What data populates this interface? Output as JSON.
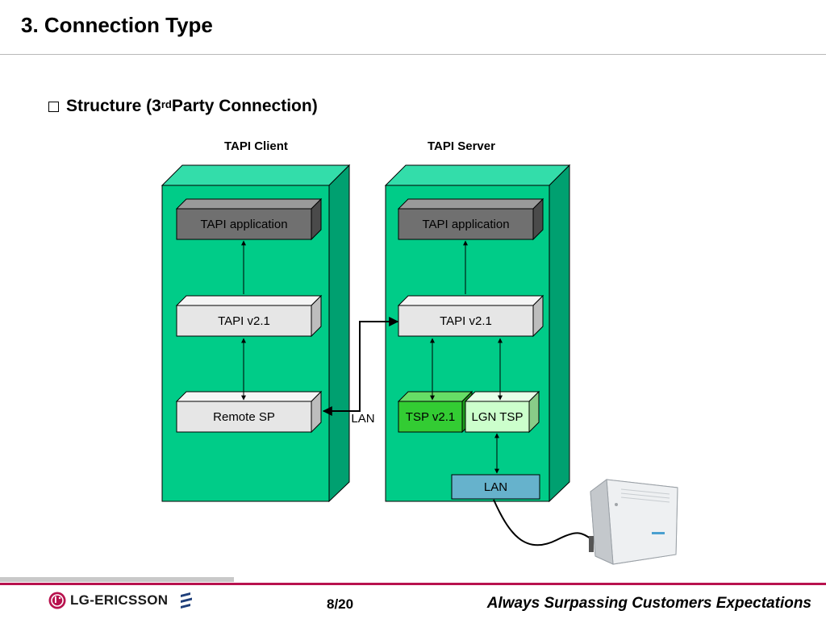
{
  "slide": {
    "title": "3. Connection Type",
    "bullet": {
      "prefix": "Structure (3",
      "superscript": "rd",
      "suffix": " Party Connection)"
    }
  },
  "diagram": {
    "client_label": "TAPI Client",
    "server_label": "TAPI Server",
    "client": {
      "app": "TAPI application",
      "tapi": "TAPI v2.1",
      "sp": "Remote SP"
    },
    "server": {
      "app": "TAPI application",
      "tapi": "TAPI v2.1",
      "tsp": "TSP v2.1",
      "lgn_tsp": "LGN TSP",
      "lan": "LAN"
    },
    "lan_label": "LAN",
    "colors": {
      "container_face": "#00cc88",
      "container_side": "#00a070",
      "container_top": "#33ddaa",
      "app_box": "#707070",
      "grey_box": "#e6e6e6",
      "tsp_box": "#33cc33",
      "lgn_box": "#ccffcc",
      "lan_box": "#66b2cc"
    }
  },
  "footer": {
    "logo_text": "LG-ERICSSON",
    "page": "8/20",
    "tagline": "Always Surpassing Customers Expectations"
  }
}
